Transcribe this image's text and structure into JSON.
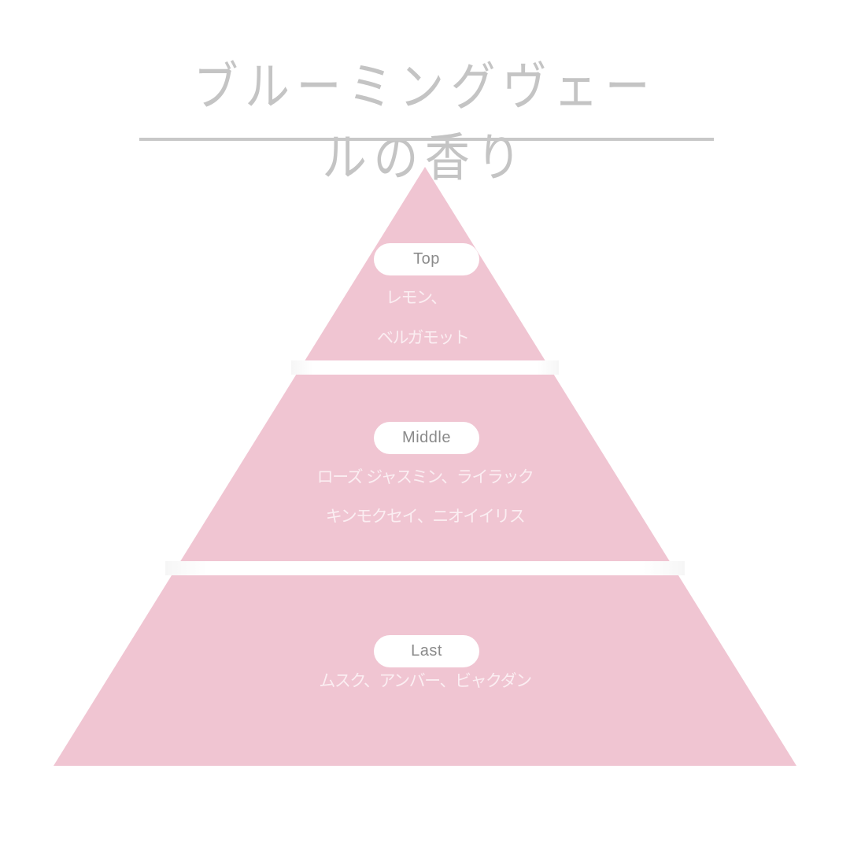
{
  "header": {
    "title": "ブルーミングヴェールの香り"
  },
  "pyramid": {
    "fill_color": "#f0c5d2",
    "divider_color": "#ffffff",
    "tiers": [
      {
        "label": "Top",
        "notes": [
          "レモン、",
          "ベルガモット"
        ]
      },
      {
        "label": "Middle",
        "notes": [
          "ローズ ジャスミン、ライラック",
          "キンモクセイ、ニオイイリス"
        ]
      },
      {
        "label": "Last",
        "notes": [
          "ムスク、アンバー、ビャクダン"
        ]
      }
    ]
  }
}
